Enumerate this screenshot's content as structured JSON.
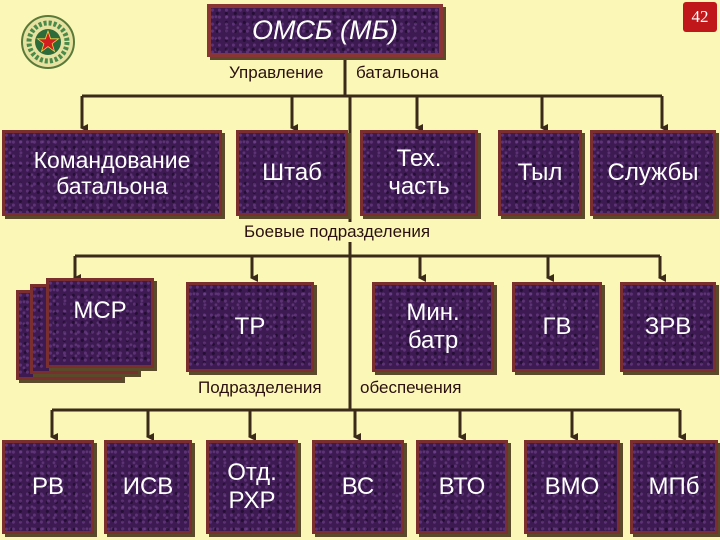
{
  "title": "ОМСБ (МБ)",
  "page_number": "42",
  "labels": {
    "management_left": "Управление",
    "management_right": "батальона",
    "combat_units": "Боевые подразделения",
    "support_left": "Подразделения",
    "support_right": "обеспечения"
  },
  "management": [
    "Командование\nбатальона",
    "Штаб",
    "Тех.\nчасть",
    "Тыл",
    "Службы"
  ],
  "combat": [
    "МСР",
    "ТР",
    "Мин.\nбатр",
    "ГВ",
    "ЗРВ"
  ],
  "support": [
    "РВ",
    "ИСВ",
    "Отд.\nРХР",
    "ВС",
    "ВТО",
    "ВМО",
    "МПб"
  ],
  "colors": {
    "background": "#fbf7b6",
    "box_fill": "#3d1b52",
    "box_border": "#7a2e2e",
    "line": "#3a2a1a",
    "page_badge": "#c0171b"
  }
}
